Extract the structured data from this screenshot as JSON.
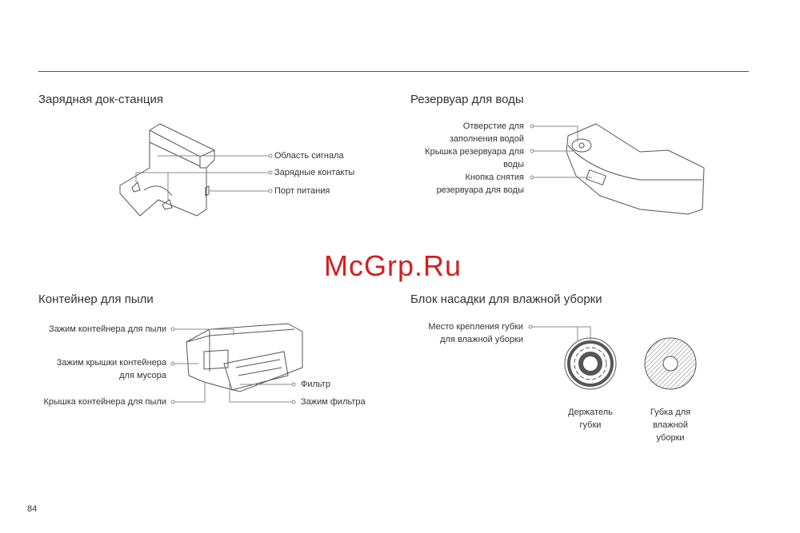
{
  "sections": {
    "dock": {
      "title": "Зарядная док-станция",
      "labels": [
        "Область сигнала",
        "Зарядные контакты",
        "Порт питания"
      ]
    },
    "water_tank": {
      "title": "Резервуар для воды",
      "labels": [
        "Отверстие для заполнения водой",
        "Крышка резервуара для воды",
        "Кнопка снятия резервуара для воды"
      ],
      "label_lines": [
        [
          "Отверстие для",
          "заполнения водой"
        ],
        [
          "Крышка резервуара для",
          "воды"
        ],
        [
          "Кнопка снятия",
          "резервуара для воды"
        ]
      ]
    },
    "dust_bin": {
      "title": "Контейнер для пыли",
      "labels": [
        "Зажим контейнера для пыли",
        "Зажим крышки контейнера для мусора",
        "Крышка контейнера для пыли",
        "Фильтр",
        "Зажим фильтра"
      ],
      "label_lines": [
        [
          "Зажим контейнера для пыли"
        ],
        [
          "Зажим крышки контейнера",
          "для мусора"
        ],
        [
          "Крышка контейнера для пыли"
        ],
        [
          "Фильтр"
        ],
        [
          "Зажим фильтра"
        ]
      ]
    },
    "mop": {
      "title": "Блок насадки для влажной уборки",
      "labels": [
        "Место крепления губки для влажной уборки",
        "Держатель губки",
        "Губка для влажной уборки"
      ],
      "label_lines": [
        [
          "Место крепления губки",
          "для влажной уборки"
        ],
        [
          "Держатель",
          "губки"
        ],
        [
          "Губка для",
          "влажной",
          "уборки"
        ]
      ]
    }
  },
  "watermark": "McGrp.Ru",
  "page_number": "84"
}
